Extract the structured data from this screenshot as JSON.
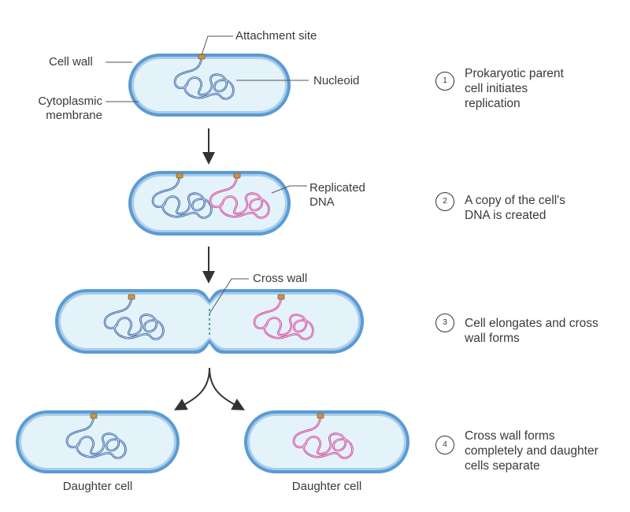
{
  "labels": {
    "attachment_site": "Attachment site",
    "cell_wall": "Cell wall",
    "nucleoid": "Nucleoid",
    "cytoplasmic_membrane_line1": "Cytoplasmic",
    "cytoplasmic_membrane_line2": "membrane",
    "replicated_dna_line1": "Replicated",
    "replicated_dna_line2": "DNA",
    "cross_wall": "Cross wall",
    "daughter_cell_left": "Daughter cell",
    "daughter_cell_right": "Daughter cell"
  },
  "steps": [
    {
      "number": "1",
      "line1": "Prokaryotic parent",
      "line2": "cell initiates",
      "line3": "replication"
    },
    {
      "number": "2",
      "line1": "A copy of the cell's",
      "line2": "DNA is created",
      "line3": ""
    },
    {
      "number": "3",
      "line1": "Cell elongates and cross",
      "line2": "wall forms",
      "line3": ""
    },
    {
      "number": "4",
      "line1": "Cross wall forms",
      "line2": "completely and daughter",
      "line3": "cells separate"
    }
  ],
  "colors": {
    "cell_wall": "#5b9bd5",
    "cytoplasm": "#e4f2fa",
    "dna_blue": "#2f5f9e",
    "dna_pink": "#c93c95",
    "attachment": "#c8944a",
    "arrow": "#333333"
  }
}
